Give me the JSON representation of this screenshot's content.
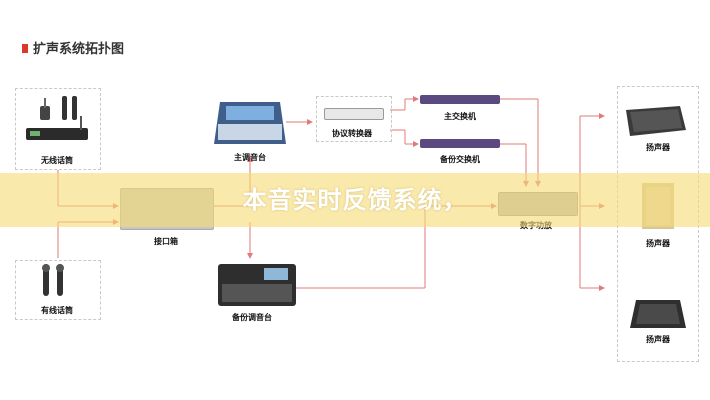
{
  "heading": "扩声系统拓扑图",
  "overlay_text": "本音实时反馈系统，",
  "nodes": {
    "wireless_mic": "无线话筒",
    "wired_mic": "有线话筒",
    "interface_box": "接口箱",
    "main_console": "主调音台",
    "backup_console": "备份调音台",
    "protocol_converter": "协议转换器",
    "main_switch": "主交换机",
    "backup_switch": "备份交换机",
    "digital_amp": "数字功放",
    "speaker_1": "扬声器",
    "speaker_2": "扬声器",
    "speaker_3": "扬声器"
  },
  "colors": {
    "link": "#e07b7b",
    "heading_marker": "#d93a2b",
    "overlay": "#f5db78"
  }
}
